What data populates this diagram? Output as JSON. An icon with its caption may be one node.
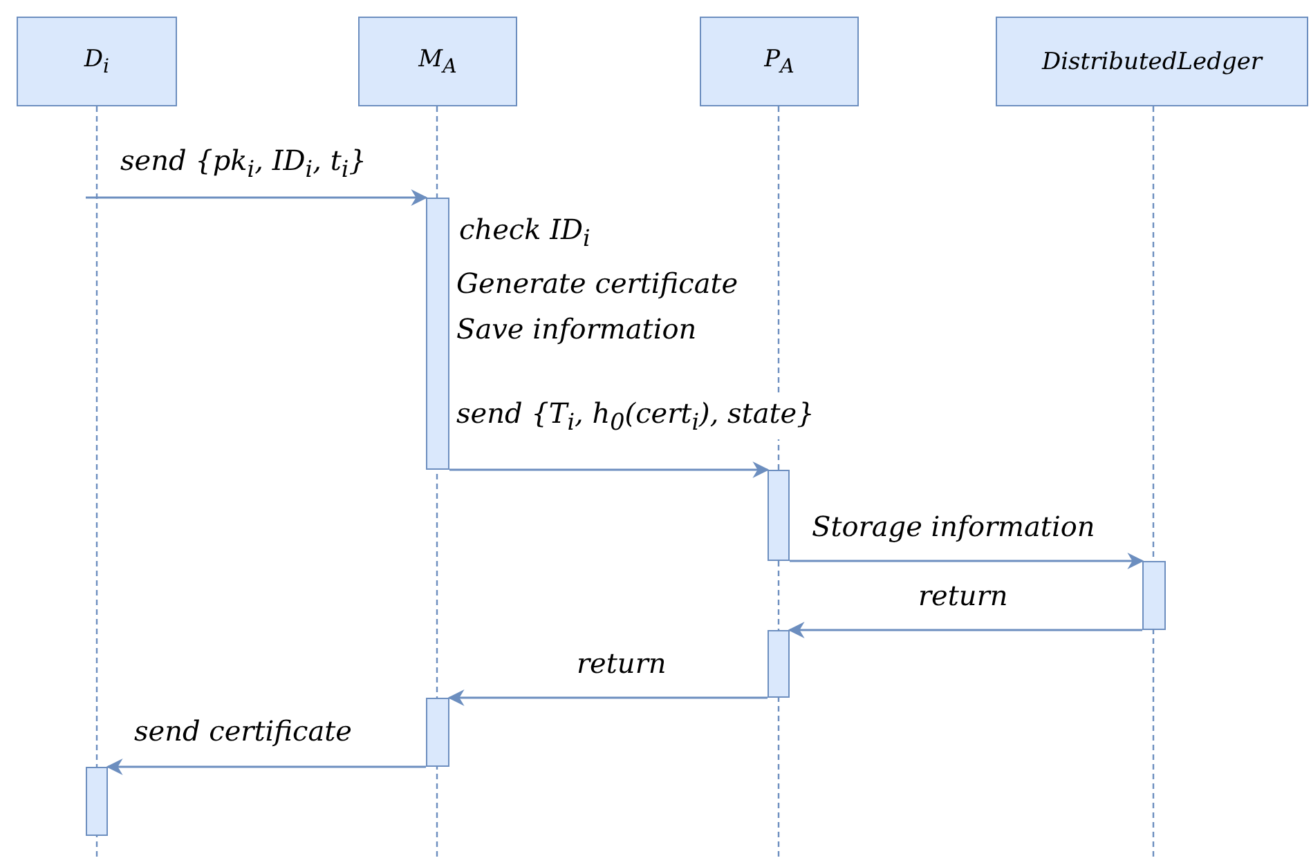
{
  "diagram": {
    "nodes": [
      {
        "text": [
          "D$_{i}$"
        ]
      },
      {
        "text": [
          "M$_{A}$"
        ]
      },
      {
        "text": [
          "P$_{A}$"
        ]
      },
      {
        "text": [
          "DistributedLedger"
        ]
      },
      {
        "text": [],
        "shape": "bar",
        "beside": [
          "check ID$_{i}$",
          "Generate certificate",
          "Save information"
        ]
      },
      {
        "text": [],
        "shape": "bar"
      },
      {
        "text": [],
        "shape": "bar"
      },
      {
        "text": [],
        "shape": "bar"
      },
      {
        "text": [],
        "shape": "bar"
      },
      {
        "text": [],
        "shape": "bar"
      }
    ],
    "edges": [
      {
        "from": null,
        "to": 4,
        "arrow": "to",
        "label": "send {pk$_{i}$, ID$_{i}$, t$_{i}$}"
      },
      {
        "from": 4,
        "to": 5,
        "arrow": "to",
        "label": "send {T$_{i}$, h$_{0}$(cert$_{i}$), state}"
      },
      {
        "from": 5,
        "to": 6,
        "arrow": "to",
        "label": "Storage information"
      },
      {
        "from": 6,
        "to": 7,
        "arrow": "to",
        "label": "return"
      },
      {
        "from": 7,
        "to": 8,
        "arrow": "to",
        "label": "return"
      },
      {
        "from": 8,
        "to": 9,
        "arrow": "to",
        "label": "send certificate"
      }
    ]
  }
}
